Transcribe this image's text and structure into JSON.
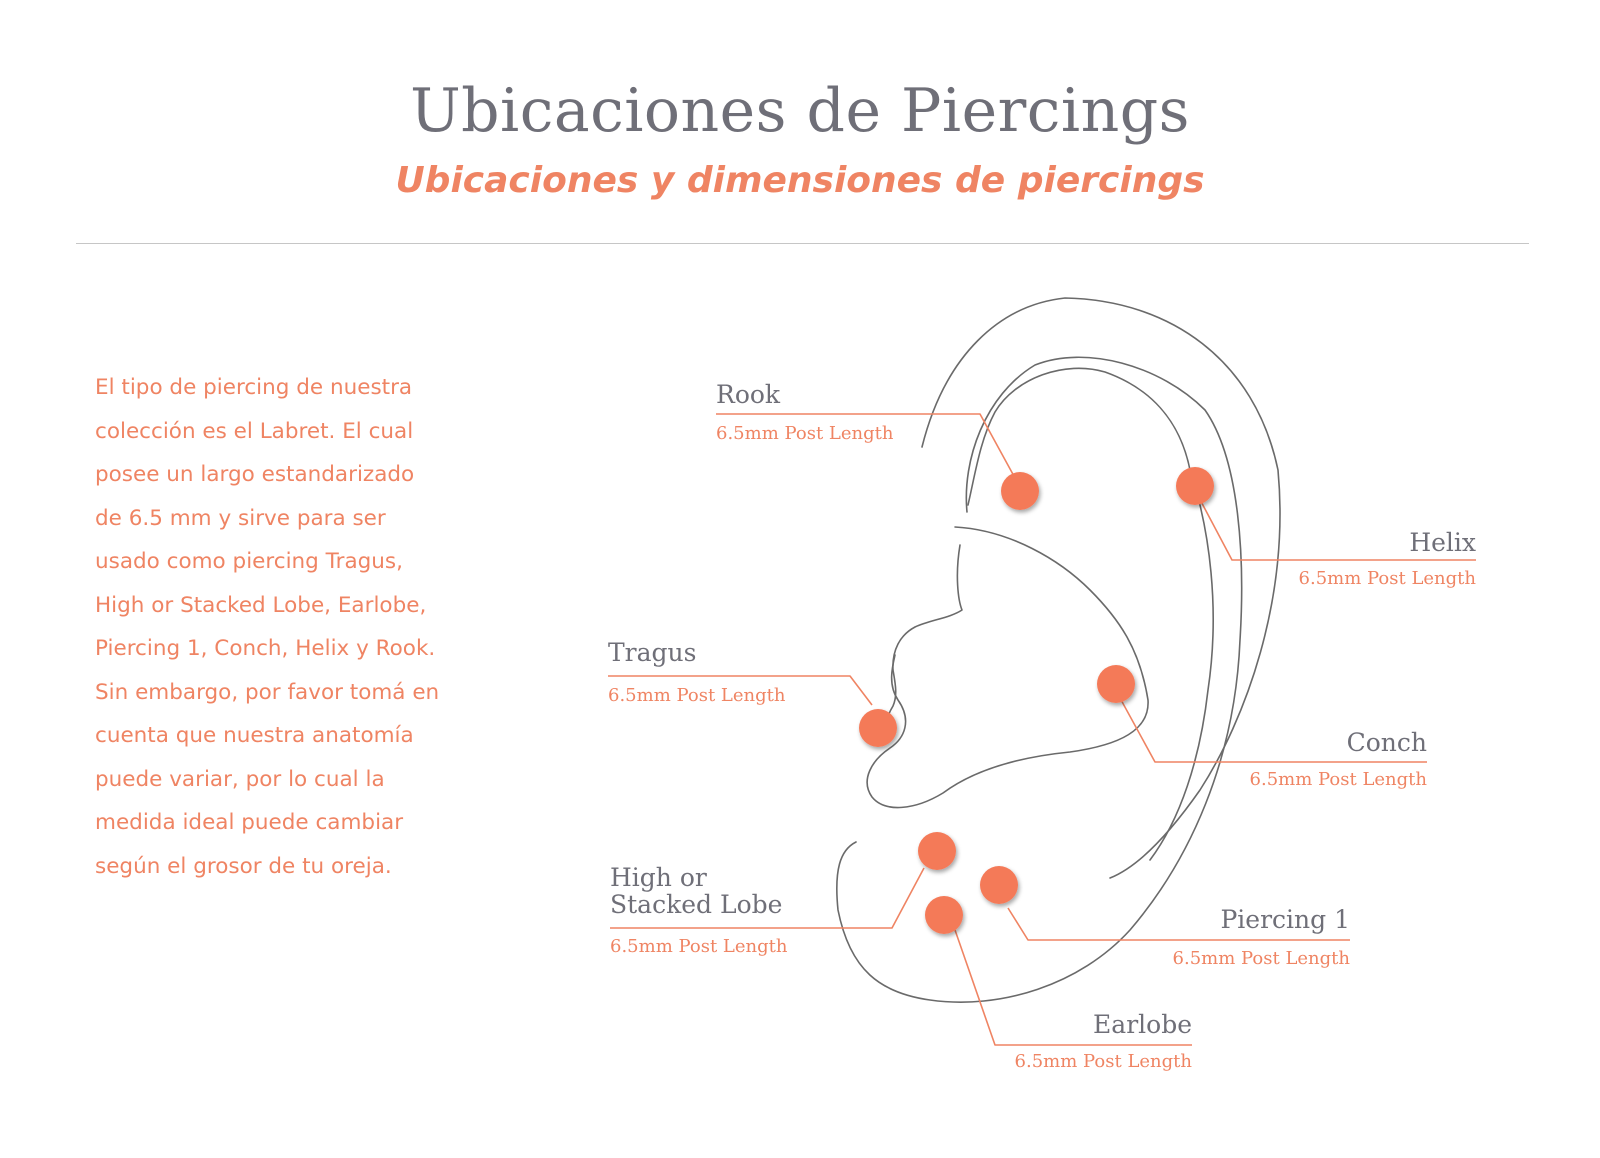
{
  "header": {
    "title": "Ubicaciones de Piercings",
    "subtitle": "Ubicaciones y dimensiones de piercings"
  },
  "description": {
    "lines": [
      "El tipo de piercing de nuestra",
      "colección es el Labret. El cual",
      "posee un largo estandarizado",
      "de 6.5 mm y sirve para ser",
      "usado como piercing Tragus,",
      "High or Stacked Lobe, Earlobe,",
      "Piercing 1, Conch, Helix y Rook.",
      "Sin embargo, por favor tomá en",
      "cuenta que nuestra anatomía",
      "puede variar, por lo cual la",
      "medida ideal puede cambiar",
      "según el grosor de tu oreja."
    ]
  },
  "piercings": [
    {
      "name": "Rook",
      "post_length": "6.5mm Post Length"
    },
    {
      "name": "Helix",
      "post_length": "6.5mm Post Length"
    },
    {
      "name": "Tragus",
      "post_length": "6.5mm Post Length"
    },
    {
      "name": "Conch",
      "post_length": "6.5mm Post Length"
    },
    {
      "name_line1": "High or",
      "name_line2": "Stacked Lobe",
      "post_length": "6.5mm Post Length"
    },
    {
      "name": "Piercing 1",
      "post_length": "6.5mm Post Length"
    },
    {
      "name": "Earlobe",
      "post_length": "6.5mm Post Length"
    }
  ],
  "colors": {
    "accent": "#ef8463",
    "dot": "#f47a59",
    "text_gray": "#6f6f78",
    "ear_line": "#6a6a6a",
    "divider": "#c6c6c6"
  }
}
